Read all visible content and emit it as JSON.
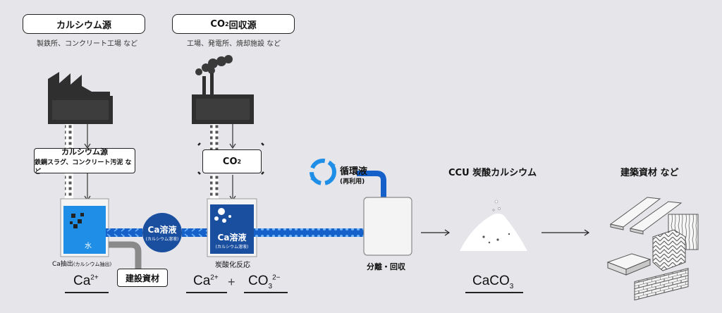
{
  "calcium_source": {
    "title": "カルシウム源",
    "examples": "製鉄所、コンクリート工場 など",
    "box_title": "カルシウム源",
    "box_examples": "鉄鋼スラグ、コンクリート汚泥 など"
  },
  "co2_source": {
    "title_pre": "CO",
    "title_sub": "2",
    "title_post": "回収源",
    "examples": "工場、発電所、焼却施設 など",
    "box_pre": "CO",
    "box_sub": "2"
  },
  "extraction": {
    "water_label": "水",
    "caption": "Ca抽出",
    "caption_small": "(カルシウム抽出)",
    "byproduct": "建設資材"
  },
  "ca_solution": {
    "label": "Ca溶液",
    "sub": "(カルシウム溶液)"
  },
  "carbonation": {
    "label": "Ca溶液",
    "sub": "(カルシウム溶液)",
    "caption": "炭酸化反応"
  },
  "recycle": {
    "label": "循環液",
    "sub": "(再利用)"
  },
  "separation": {
    "caption": "分離・回収"
  },
  "product": {
    "title": "CCU 炭酸カルシウム",
    "formula_a": "CaCO",
    "formula_sub": "3"
  },
  "materials": {
    "title": "建築資材 など"
  },
  "equations": {
    "ca": "Ca",
    "ca_sup": "2+",
    "plus": "+",
    "co3": "CO",
    "co3_sub": "3",
    "co3_sup": "2−"
  },
  "colors": {
    "water_blue": "#1e8ee6",
    "deep_blue": "#1a4fa0",
    "pipe_blue": "#1660c9",
    "dark": "#2b2b2b",
    "gray": "#8a8a8a"
  }
}
